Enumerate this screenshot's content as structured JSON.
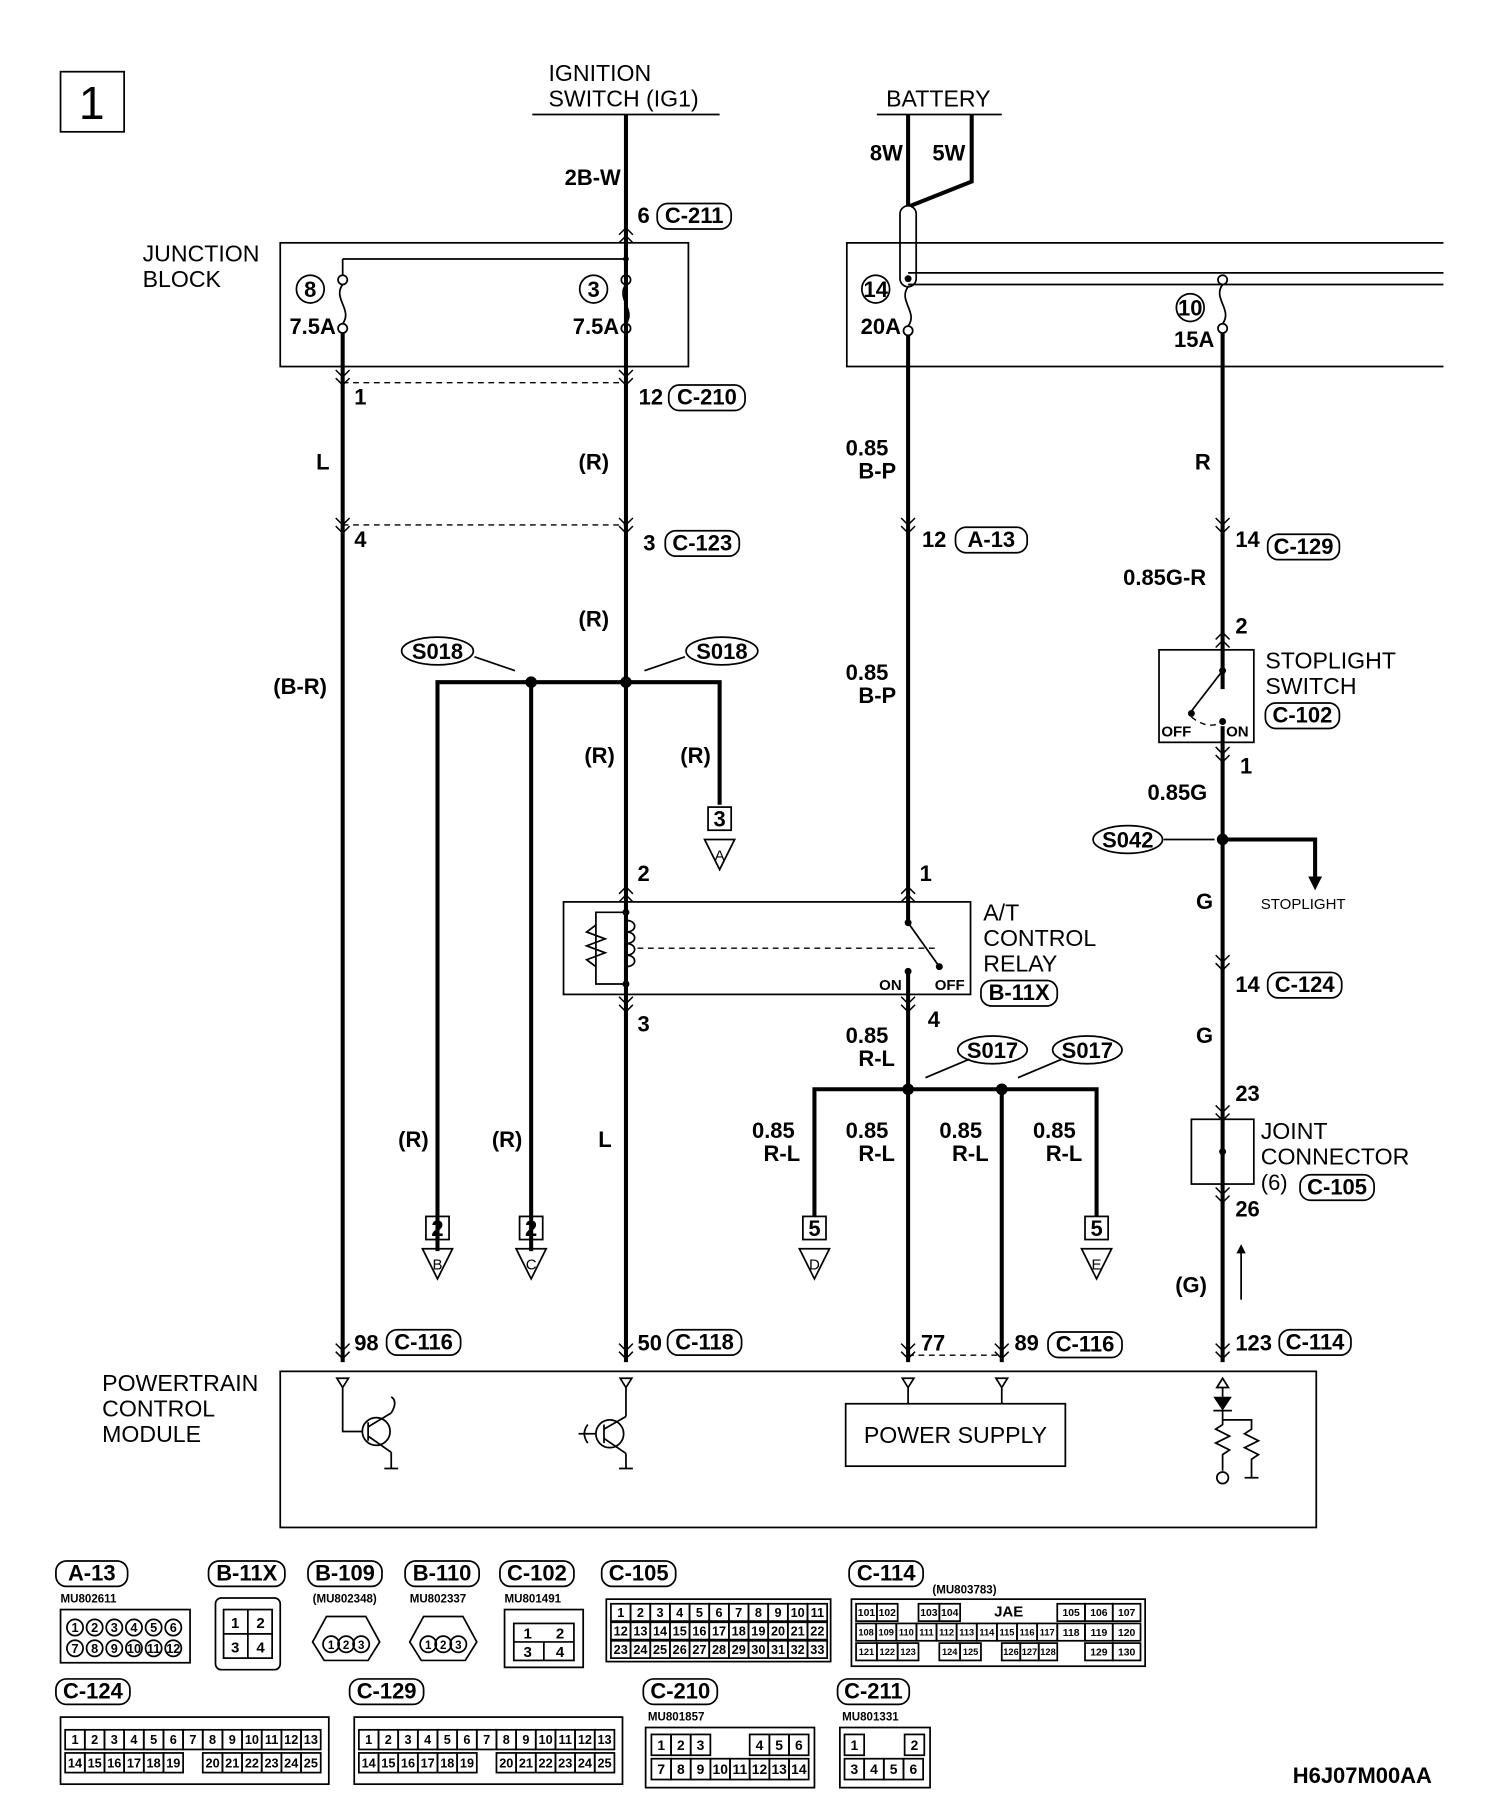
{
  "page_number": "1",
  "figure_code": "H6J07M00AA",
  "sources": {
    "ignition": [
      "IGNITION",
      "SWITCH (IG1)"
    ],
    "battery": "BATTERY",
    "battery_wires": [
      "8W",
      "5W"
    ]
  },
  "junction_block": {
    "label": [
      "JUNCTION",
      "BLOCK"
    ],
    "fuses": [
      {
        "num": "8",
        "rating": "7.5A"
      },
      {
        "num": "3",
        "rating": "7.5A"
      },
      {
        "num": "14",
        "rating": "20A"
      },
      {
        "num": "10",
        "rating": "15A"
      }
    ]
  },
  "connectors": {
    "c211": "C-211",
    "c210": "C-210",
    "c123": "C-123",
    "a13": "A-13",
    "c129": "C-129",
    "c102": "C-102",
    "b11x": "B-11X",
    "c124": "C-124",
    "c105": "C-105",
    "c116": "C-116",
    "c118": "C-118",
    "c114": "C-114"
  },
  "pins": {
    "p6": "6",
    "p12": "12",
    "p1": "1",
    "p4": "4",
    "p3": "3",
    "p12b": "12",
    "p14": "14",
    "p2": "2",
    "p1b": "1",
    "p2r": "2",
    "p1r": "1",
    "p3r": "3",
    "p4r": "4",
    "p14b": "14",
    "p23": "23",
    "p26": "26",
    "p98": "98",
    "p50": "50",
    "p77": "77",
    "p89": "89",
    "p123": "123"
  },
  "wires": {
    "w_2bw": "2B-W",
    "w_L": "L",
    "w_R1": "(R)",
    "w_R2": "(R)",
    "w_BR": "(B-R)",
    "w_085a": "0.85",
    "w_bp1": "B-P",
    "w_085b": "0.85",
    "w_bp2": "B-P",
    "w_R": "R",
    "w_085gr": "0.85G-R",
    "w_085g": "0.85G",
    "w_G1": "G",
    "w_G2": "G",
    "w_Gp": "(G)",
    "w_R3": "(R)",
    "w_R4": "(R)",
    "w_R5": "(R)",
    "w_R6": "(R)",
    "w_L2": "L",
    "w_085c": "0.85",
    "w_rl1": "R-L",
    "w_085d": "0.85",
    "w_rl2": "R-L",
    "w_085e": "0.85",
    "w_rl3": "R-L",
    "w_085f": "0.85",
    "w_rl4": "R-L",
    "w_085g2": "0.85",
    "w_rl5": "R-L"
  },
  "splices": {
    "s018a": "S018",
    "s018b": "S018",
    "s042": "S042",
    "s017a": "S017",
    "s017b": "S017"
  },
  "components": {
    "stoplight_switch": [
      "STOPLIGHT",
      "SWITCH"
    ],
    "sw_off": "OFF",
    "sw_on": "ON",
    "at_relay": [
      "A/T",
      "CONTROL",
      "RELAY"
    ],
    "relay_on": "ON",
    "relay_off": "OFF",
    "stoplight": "STOPLIGHT",
    "joint_connector": [
      "JOINT",
      "CONNECTOR"
    ],
    "joint_sub": "(6)",
    "pcm": [
      "POWERTRAIN",
      "CONTROL",
      "MODULE"
    ],
    "power_supply": "POWER SUPPLY"
  },
  "offpage": [
    {
      "page": "3",
      "letter": "A"
    },
    {
      "page": "2",
      "letter": "B"
    },
    {
      "page": "2",
      "letter": "C"
    },
    {
      "page": "5",
      "letter": "D"
    },
    {
      "page": "5",
      "letter": "E"
    }
  ],
  "legend": {
    "a13": {
      "id": "A-13",
      "part": "MU802611",
      "pins": [
        "1",
        "2",
        "3",
        "4",
        "5",
        "6",
        "7",
        "8",
        "9",
        "10",
        "11",
        "12"
      ]
    },
    "b11x": {
      "id": "B-11X",
      "pins": [
        "1",
        "2",
        "3",
        "4"
      ]
    },
    "b109": {
      "id": "B-109",
      "part": "(MU802348)",
      "pins": [
        "1",
        "2",
        "3"
      ]
    },
    "b110": {
      "id": "B-110",
      "part": "MU802337",
      "pins": [
        "1",
        "2",
        "3"
      ]
    },
    "c102": {
      "id": "C-102",
      "part": "MU801491",
      "pins": [
        "1",
        "2",
        "3",
        "4"
      ]
    },
    "c105": {
      "id": "C-105",
      "pins": [
        "1",
        "2",
        "3",
        "4",
        "5",
        "6",
        "7",
        "8",
        "9",
        "10",
        "11",
        "12",
        "13",
        "14",
        "15",
        "16",
        "17",
        "18",
        "19",
        "20",
        "21",
        "22",
        "23",
        "24",
        "25",
        "26",
        "27",
        "28",
        "29",
        "30",
        "31",
        "32",
        "33"
      ]
    },
    "c114": {
      "id": "C-114",
      "part": "(MU803783)",
      "tag": "JAE",
      "row1": [
        "101",
        "102",
        "103",
        "104",
        "105",
        "106",
        "107"
      ],
      "row2": [
        "108",
        "109",
        "110",
        "111",
        "112",
        "113",
        "114",
        "115",
        "116",
        "117",
        "118",
        "119",
        "120"
      ],
      "row3": [
        "121",
        "122",
        "123",
        "124",
        "125",
        "126",
        "127",
        "128",
        "129",
        "130"
      ]
    },
    "c124": {
      "id": "C-124",
      "row1": [
        "1",
        "2",
        "3",
        "4",
        "5",
        "6",
        "7",
        "8",
        "9",
        "10",
        "11",
        "12",
        "13"
      ],
      "row2": [
        "14",
        "15",
        "16",
        "17",
        "18",
        "19",
        "20",
        "21",
        "22",
        "23",
        "24",
        "25"
      ]
    },
    "c129": {
      "id": "C-129",
      "row1": [
        "1",
        "2",
        "3",
        "4",
        "5",
        "6",
        "7",
        "8",
        "9",
        "10",
        "11",
        "12",
        "13"
      ],
      "row2": [
        "14",
        "15",
        "16",
        "17",
        "18",
        "19",
        "20",
        "21",
        "22",
        "23",
        "24",
        "25"
      ]
    },
    "c210": {
      "id": "C-210",
      "part": "MU801857",
      "row1": [
        "1",
        "2",
        "3",
        "4",
        "5",
        "6"
      ],
      "row2": [
        "7",
        "8",
        "9",
        "10",
        "11",
        "12",
        "13",
        "14"
      ]
    },
    "c211": {
      "id": "C-211",
      "part": "MU801331",
      "row1": [
        "1",
        "2"
      ],
      "row2": [
        "3",
        "4",
        "5",
        "6"
      ]
    }
  }
}
